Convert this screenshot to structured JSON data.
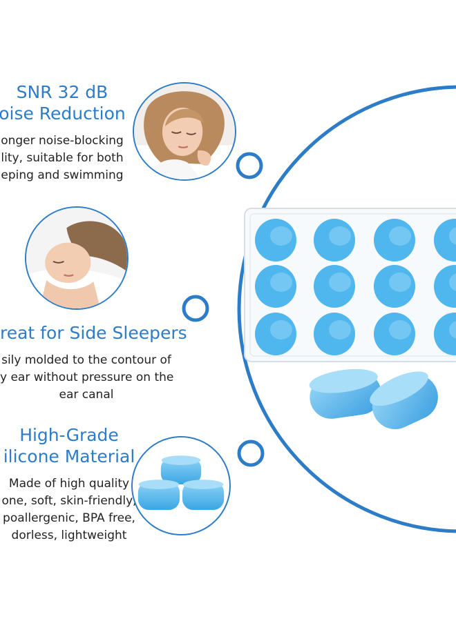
{
  "features": [
    {
      "title_lines": [
        "SNR 32 dB",
        "oise Reduction"
      ],
      "desc_lines": [
        "onger noise-blocking",
        "lity, suitable for both",
        "eping and swimming"
      ]
    },
    {
      "title_lines": [
        "reat for Side Sleepers"
      ],
      "desc_lines": [
        "sily molded to the contour of",
        "y ear without pressure on the",
        "ear canal"
      ]
    },
    {
      "title_lines": [
        "High-Grade",
        "ilicone Material"
      ],
      "desc_lines": [
        "Made of high quality",
        "one, soft, skin-friendly,",
        "poallergenic, BPA free,",
        "dorless, lightweight"
      ]
    }
  ],
  "images": {
    "photo1": "woman-sleeping-on-side",
    "photo2": "woman-sleeping-on-pillow",
    "photo3": "stack-of-three-silicone-earplugs",
    "case": "earplug-case-with-12-blue-earplugs",
    "loose": "two-loose-blue-earplugs"
  },
  "colors": {
    "accent": "#2d7cc7",
    "text": "#222222",
    "earplug": "#4fb6ee",
    "background": "#ffffff"
  }
}
